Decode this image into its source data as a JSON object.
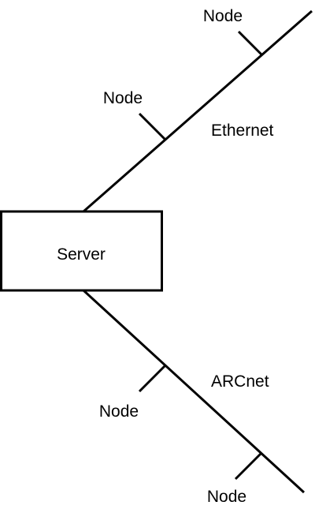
{
  "server": {
    "label": "Server"
  },
  "networks": {
    "ethernet": {
      "label": "Ethernet"
    },
    "arcnet": {
      "label": "ARCnet"
    }
  },
  "nodes": [
    {
      "label": "Node",
      "network": "ethernet"
    },
    {
      "label": "Node",
      "network": "ethernet"
    },
    {
      "label": "Node",
      "network": "arcnet"
    },
    {
      "label": "Node",
      "network": "arcnet"
    }
  ],
  "colors": {
    "line": "#000000",
    "background": "#ffffff"
  }
}
